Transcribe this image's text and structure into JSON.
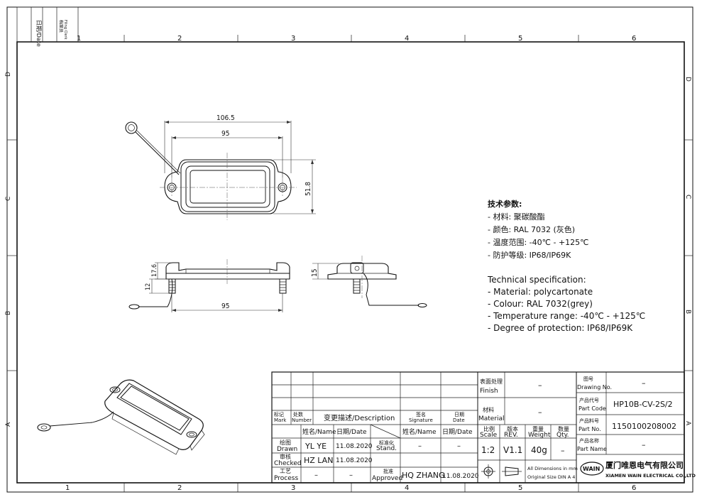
{
  "side_strip": {
    "date": "日期/Date",
    "filing": "档案员",
    "filing_en": "Filing Clerk"
  },
  "columns": [
    "1",
    "2",
    "3",
    "4",
    "5",
    "6"
  ],
  "rows": [
    "D",
    "C",
    "B",
    "A"
  ],
  "dims": {
    "width_total": "106.5",
    "width_holes": "95",
    "height": "51.8",
    "side_h1": "17.6",
    "side_h2": "12",
    "side_w": "95",
    "side2_h": "15"
  },
  "tech_cn": {
    "title": "技术参数:",
    "lines": [
      "- 材料: 聚碳酸酯",
      "- 颜色: RAL 7032 (灰色)",
      "- 温度范围: -40℃ - +125℃",
      "- 防护等级: IP68/IP69K"
    ]
  },
  "tech_en": {
    "title": "Technical specification:",
    "lines": [
      "- Material: polycartonate",
      "- Colour: RAL 7032(grey)",
      "- Temperature range: -40℃ - +125℃",
      "- Degree of protection: IP68/IP69K"
    ]
  },
  "revision": {
    "mark_cn": "标记",
    "mark_en": "Mark",
    "number_cn": "处数",
    "number_en": "Number",
    "desc": "变更描述/Description",
    "sig_cn": "签名",
    "sig_en": "Signature",
    "date_cn": "日期",
    "date_en": "Date"
  },
  "approval": {
    "name_hdr": "姓名/Name",
    "date_hdr": "日期/Date",
    "name_hdr2": "姓名/Name",
    "date_hdr2": "日期/Date",
    "drawn_cn": "绘图",
    "drawn_en": "Drawn",
    "drawn_name": "YL YE",
    "drawn_date": "11.08.2020",
    "checked_cn": "审核",
    "checked_en": "Checked",
    "checked_name": "HZ LAN",
    "checked_date": "11.08.2020",
    "process_cn": "工艺",
    "process_en": "Process",
    "process_name": "–",
    "process_date": "–",
    "stand_cn": "标准化",
    "stand_en": "Stand.",
    "stand_name": "–",
    "stand_date": "–",
    "approved_cn": "批准",
    "approved_en": "Approved",
    "approved_name": "HQ ZHANG",
    "approved_date": "11.08.2020"
  },
  "finish": {
    "cn": "表面处理",
    "en": "Finish",
    "value": "–"
  },
  "material": {
    "cn": "材料",
    "en": "Material",
    "value": "–"
  },
  "scale": {
    "cn": "比例",
    "en": "Scale",
    "value": "1:2"
  },
  "rev": {
    "cn": "版本",
    "en": "REV.",
    "value": "V1.1"
  },
  "weight": {
    "cn": "重量",
    "en": "Weight",
    "value": "40g"
  },
  "qty": {
    "cn": "数量",
    "en": "Qty.",
    "value": "–"
  },
  "dims_note": {
    "line1": "All Dimensions in mm",
    "line2": "Original Size DIN A 4"
  },
  "drawing_no": {
    "cn": "图号",
    "en": "Drawing No.",
    "value": "–"
  },
  "part_code": {
    "cn": "产品代号",
    "en": "Part Code",
    "value": "HP10B-CV-2S/2"
  },
  "part_no": {
    "cn": "产品料号",
    "en": "Part No.",
    "value": "1150100208002"
  },
  "part_name": {
    "cn": "产品名称",
    "en": "Part Name",
    "value": "–"
  },
  "company": {
    "logo": "WAIN",
    "cn": "厦门唯恩电气有限公司",
    "en": "XIAMEN WAIN ELECTRICAL CO.,LTD"
  }
}
